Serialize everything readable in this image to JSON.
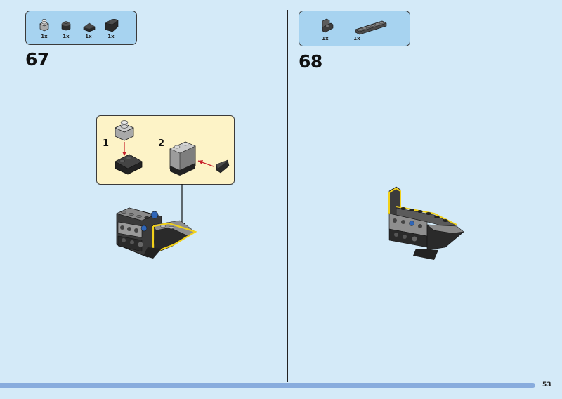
{
  "step_67": {
    "number": "67",
    "parts": [
      {
        "icon": "light-gray-brick-1x1-icon",
        "qty": "1x"
      },
      {
        "icon": "black-round-brick-1x1-icon",
        "qty": "1x"
      },
      {
        "icon": "black-slope-1x1-icon",
        "qty": "1x"
      },
      {
        "icon": "black-curved-slope-icon",
        "qty": "1x"
      }
    ],
    "callout": {
      "substep_1": "1",
      "substep_2": "2"
    }
  },
  "step_68": {
    "number": "68",
    "parts": [
      {
        "icon": "dark-gray-bracket-icon",
        "qty": "1x"
      },
      {
        "icon": "dark-gray-plate-1x6-icon",
        "qty": "1x"
      }
    ]
  },
  "footer": {
    "page_number": "53"
  },
  "colors": {
    "background": "#d4eaf8",
    "parts_box": "#a7d3f0",
    "callout_box": "#fdf3c7",
    "highlight_outline": "#f2d11a",
    "arrow": "#c8202a",
    "bottom_bar": "#88acdd"
  }
}
